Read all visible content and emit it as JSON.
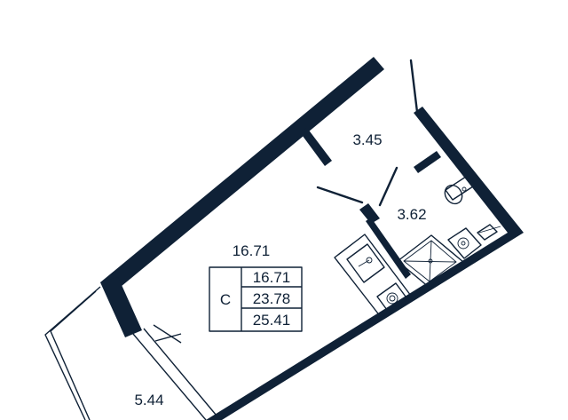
{
  "rooms": {
    "living_area": "16.71",
    "hall_area": "3.45",
    "bathroom_area": "3.62",
    "balcony_area": "5.44"
  },
  "summary": {
    "type": "С",
    "living": "16.71",
    "total": "23.78",
    "total_with_balcony": "25.41"
  }
}
